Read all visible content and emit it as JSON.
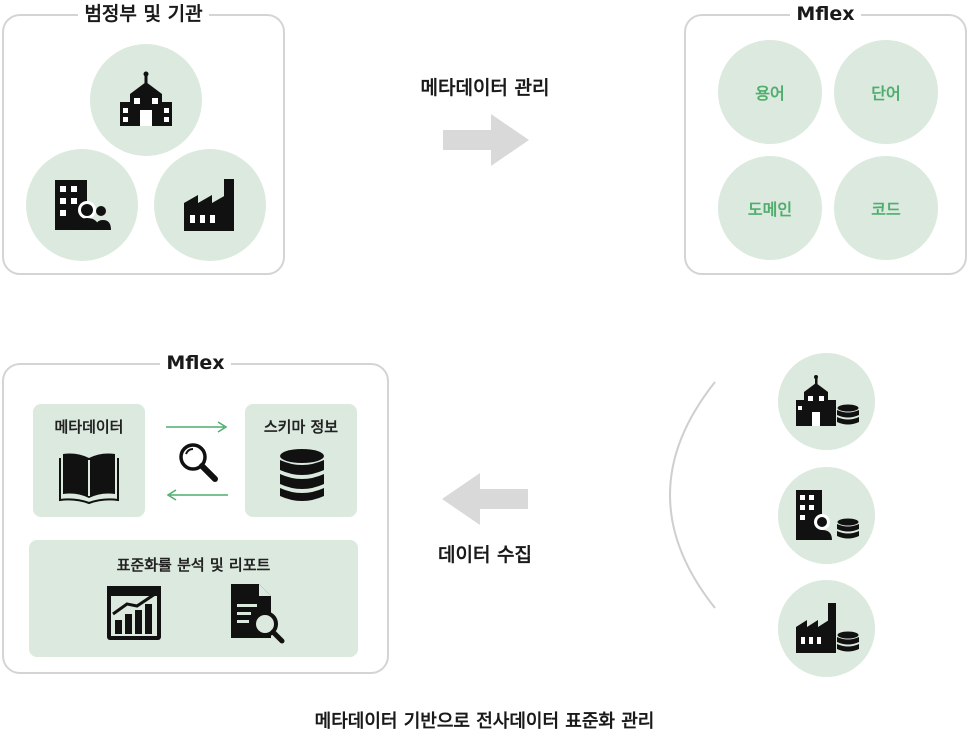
{
  "top_left": {
    "title": "범정부 및 기관",
    "icons": [
      "school-building-icon",
      "office-building-people-icon",
      "factory-icon"
    ]
  },
  "top_arrow": {
    "label": "메타데이터 관리",
    "direction": "right"
  },
  "top_right": {
    "title": "Mflex",
    "items": [
      "용어",
      "단어",
      "도메인",
      "코드"
    ]
  },
  "bottom_left": {
    "title": "Mflex",
    "metadata_label": "메타데이터",
    "schema_label": "스키마 정보",
    "report_label": "표준화률 분석 및 리포트",
    "icons": [
      "book-icon",
      "magnifier-icon",
      "database-icon",
      "chart-icon",
      "document-search-icon"
    ]
  },
  "bottom_arrow": {
    "label": "데이터 수집",
    "direction": "left"
  },
  "sources": {
    "icons": [
      "school-database-icon",
      "office-database-icon",
      "factory-database-icon"
    ]
  },
  "footer": {
    "caption": "메타데이터 기반으로 전사데이터 표준화 관리"
  },
  "colors": {
    "circle_fill": "#dbe9de",
    "accent_green": "#4fae6d",
    "border": "#d4d4d4",
    "arrow_gray": "#d9d9d9"
  }
}
